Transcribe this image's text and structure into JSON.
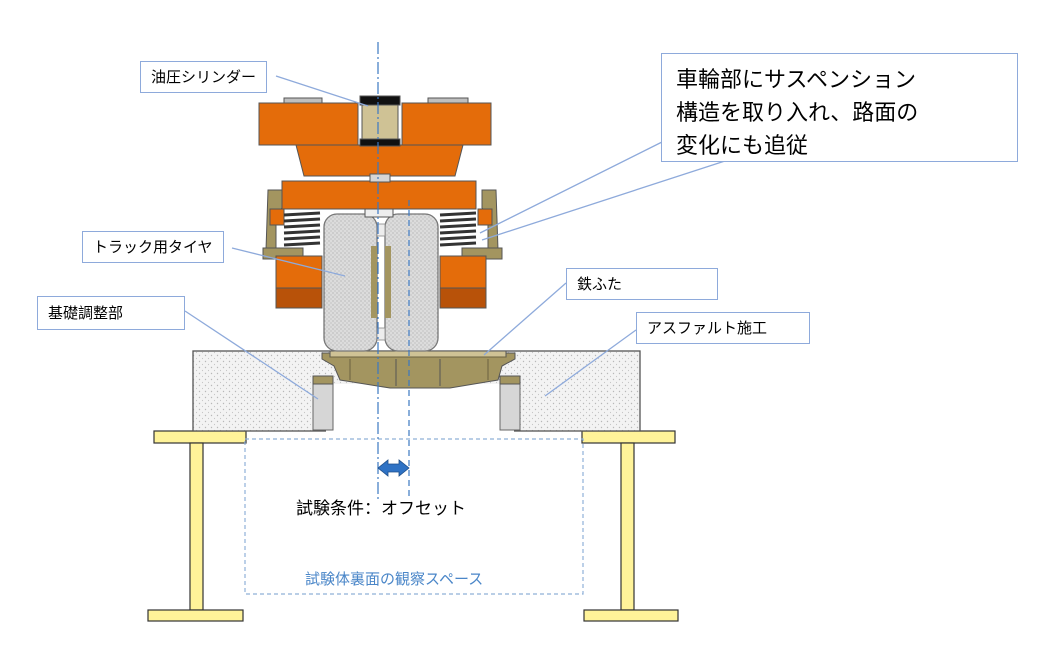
{
  "labels": {
    "cylinder": "油圧シリンダー",
    "tire": "トラック用タイヤ",
    "base": "基礎調整部",
    "iron_lid": "鉄ふた",
    "asphalt": "アスファルト施工",
    "note_line1": "車輪部にサスペンション",
    "note_line2": "構造を取り入れ、路面の",
    "note_line3": "変化にも追従",
    "condition": "試験条件：オフセット",
    "observation": "試験体裏面の観察スペース"
  },
  "colors": {
    "orange": "#e46c0a",
    "orange_dark": "#b85209",
    "khaki": "#a39560",
    "tan": "#cfc295",
    "yellow_frame": "#fff399",
    "callout_border": "#8eaadb",
    "arrow_blue": "#2f72c4",
    "center_line": "#3b78c2",
    "observation_text": "#4a86c8"
  }
}
